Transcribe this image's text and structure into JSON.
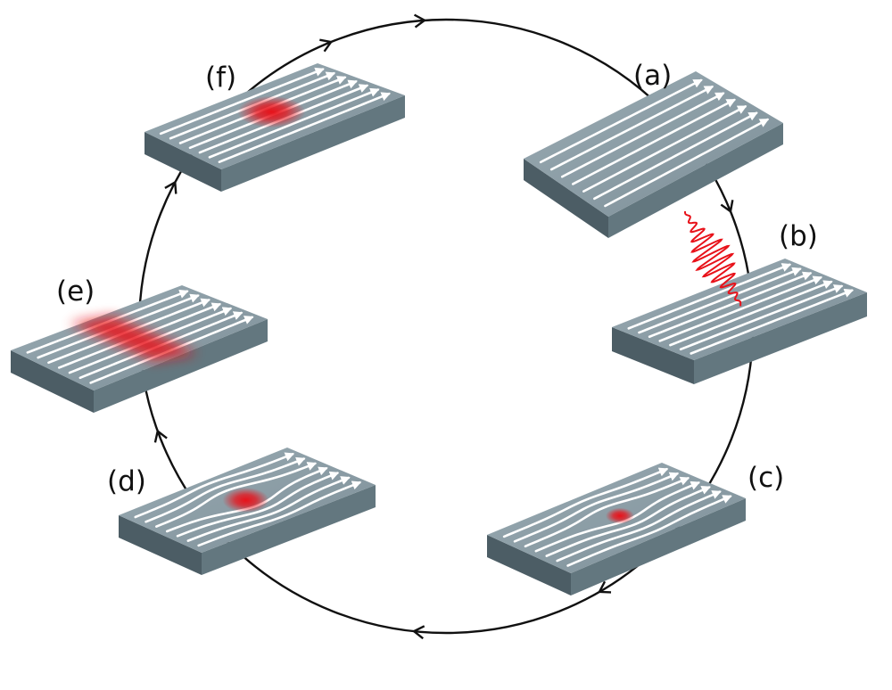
{
  "colors": {
    "slab_top": "#8799a2",
    "slab_front": "#63777f",
    "slab_side": "#4c5d65",
    "field_lines": "#ffffff",
    "excitation": "#e8121a",
    "cycle_path": "#111111"
  },
  "cycle_direction": "clockwise",
  "panels": [
    {
      "label": "(a)",
      "state": "uniform-field"
    },
    {
      "label": "(b)",
      "state": "incident-wave-packet"
    },
    {
      "label": "(c)",
      "state": "small-localized-spot"
    },
    {
      "label": "(d)",
      "state": "larger-localized-spot"
    },
    {
      "label": "(e)",
      "state": "spread-band"
    },
    {
      "label": "(f)",
      "state": "partially-localized"
    }
  ]
}
